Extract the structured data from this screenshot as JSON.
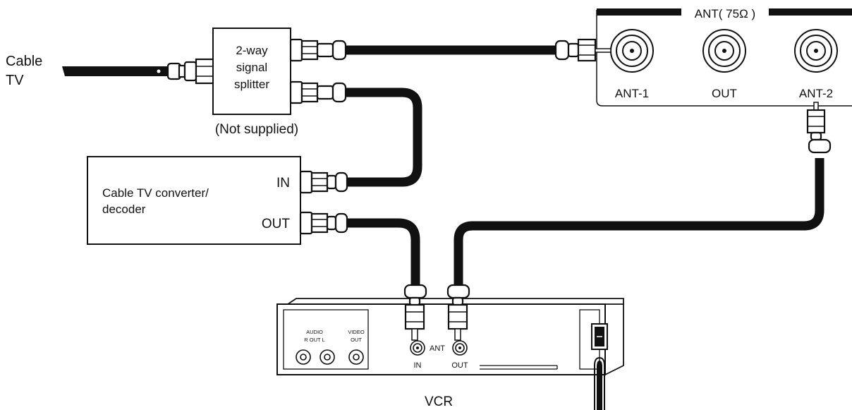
{
  "source": {
    "label_line1": "Cable",
    "label_line2": "TV"
  },
  "splitter": {
    "label_line1": "2-way",
    "label_line2": "signal",
    "label_line3": "splitter",
    "note": "(Not supplied)"
  },
  "converter": {
    "label_line1": "Cable TV converter/",
    "label_line2": "decoder",
    "in_label": "IN",
    "out_label": "OUT"
  },
  "tv_panel": {
    "header": "ANT( 75Ω )",
    "jacks": [
      {
        "label": "ANT-1"
      },
      {
        "label": "OUT"
      },
      {
        "label": "ANT-2"
      }
    ]
  },
  "vcr": {
    "label": "VCR",
    "audio_label": "AUDIO",
    "audio_sub": "R  OUT  L",
    "video_label": "VIDEO",
    "video_sub": "OUT",
    "ant_label": "ANT",
    "ant_in_label": "IN",
    "ant_out_label": "OUT"
  }
}
